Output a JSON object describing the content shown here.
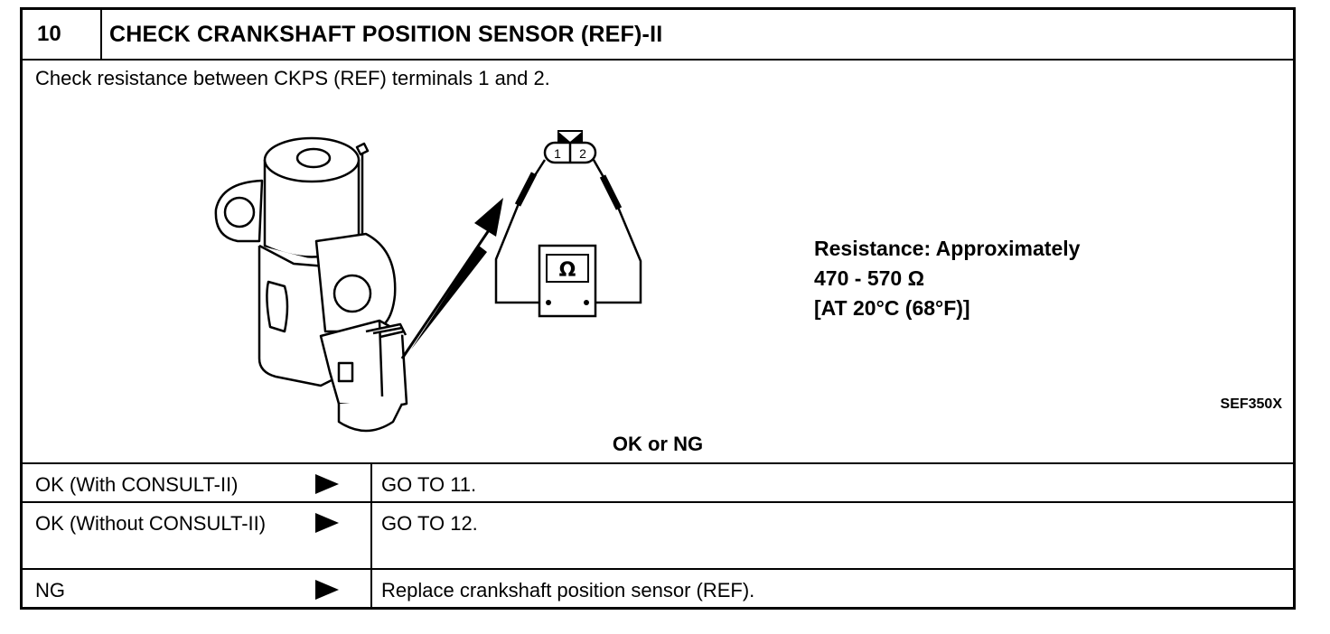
{
  "header": {
    "step_number": "10",
    "title": "CHECK CRANKSHAFT POSITION SENSOR (REF)-II"
  },
  "check": {
    "instruction": "Check resistance between CKPS (REF) terminals 1 and 2.",
    "terminal_1": "1",
    "terminal_2": "2",
    "meter_symbol": "Ω",
    "spec_line1": "Resistance: Approximately",
    "spec_line2": "470 - 570 Ω",
    "spec_line3": "[AT 20°C (68°F)]",
    "figure_code": "SEF350X",
    "verdict_prompt": "OK or NG"
  },
  "results": [
    {
      "condition": "OK (With CONSULT-II)",
      "action": "GO TO 11."
    },
    {
      "condition": "OK (Without CONSULT-II)",
      "action": "GO TO 12."
    },
    {
      "condition": "NG",
      "action": "Replace crankshaft position sensor (REF)."
    }
  ],
  "icons": {
    "arrow": "right-triangle-arrow-icon",
    "meter": "ohmmeter-icon",
    "sensor": "crankshaft-sensor-illustration",
    "connector": "connector-icon"
  }
}
